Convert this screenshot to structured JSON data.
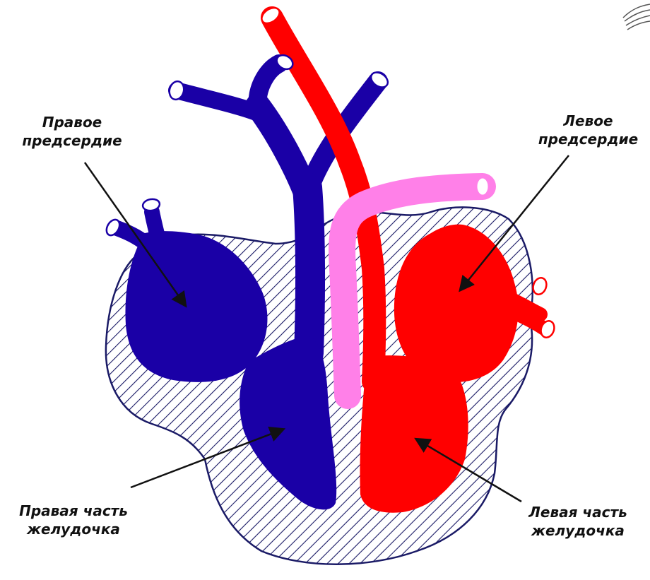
{
  "labels": {
    "right_atrium": [
      "Правое",
      "предсердие"
    ],
    "left_atrium": [
      "Левое",
      "предсердие"
    ],
    "right_ventricle": [
      "Правая часть",
      "желудочка"
    ],
    "left_ventricle": [
      "Левая часть",
      "желудочка"
    ]
  },
  "colors": {
    "venous_blood": "#1a00a6",
    "arterial_blood": "#ff0000",
    "pulmonary_vessel": "#ff80e8",
    "heart_wall_hatch": "#1a1a66",
    "vessel_opening": "#ffffff",
    "arrow": "#111111"
  },
  "icons": {
    "corner_decoration": "leaf-sketch-icon"
  }
}
